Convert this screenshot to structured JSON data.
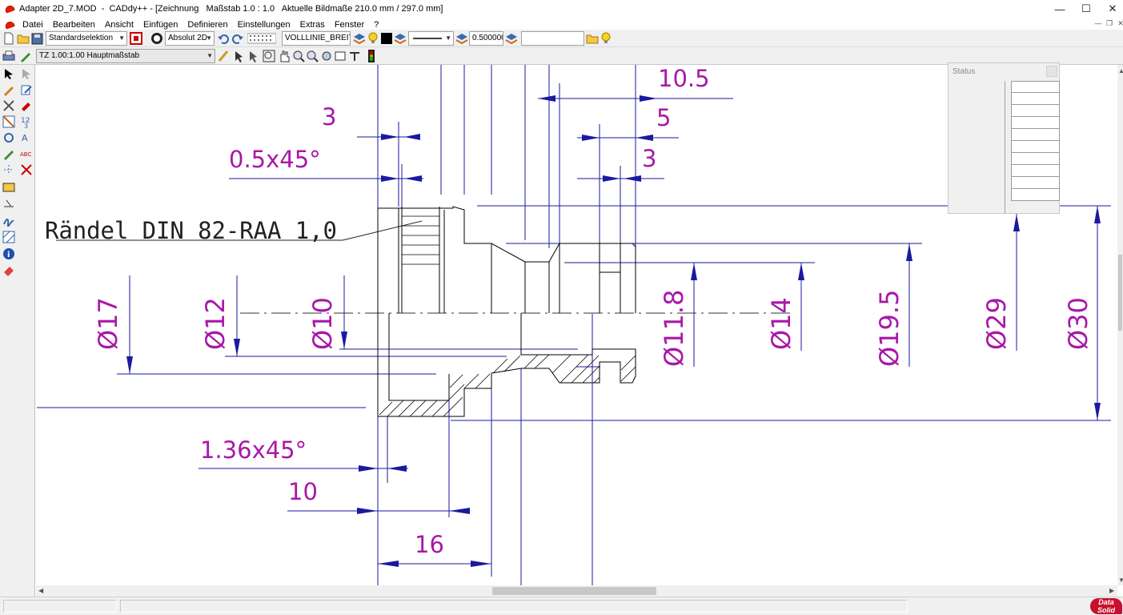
{
  "window": {
    "title": "Adapter 2D_7.MOD  -  CADdy++ - [Zeichnung   Maßstab 1.0 : 1.0   Aktuelle Bildmaße 210.0 mm / 297.0 mm]",
    "minimize": "—",
    "maximize": "☐",
    "close": "✕"
  },
  "menu": {
    "items": [
      "Datei",
      "Bearbeiten",
      "Ansicht",
      "Einfügen",
      "Definieren",
      "Einstellungen",
      "Extras",
      "Fenster",
      "?"
    ]
  },
  "toolbar": {
    "selection_mode": "Standardselektion",
    "coord_mode": "Absolut 2D",
    "line_type": "VOLLLINIE_BREIT",
    "line_width": "0.500000",
    "extra_field": "",
    "scale": "TZ 1.00:1.00 Hauptmaßstab"
  },
  "status_panel": {
    "title": "Status",
    "rows": 10
  },
  "drawing": {
    "dimensions": {
      "d10_5": "10.5",
      "d3_top": "3",
      "d5": "5",
      "d3_right": "3",
      "chamfer_top": "0.5x45°",
      "chamfer_bottom": "1.36x45°",
      "d10": "10",
      "d16": "16",
      "dia17": "Ø17",
      "dia12": "Ø12",
      "dia10": "Ø10",
      "dia11_8": "Ø11.8",
      "dia14": "Ø14",
      "dia19_5": "Ø19.5",
      "dia29": "Ø29",
      "dia30": "Ø30"
    },
    "knurl_note": "Rändel DIN 82-RAA 1,0"
  },
  "colors": {
    "dimension_text": "#a818a8",
    "dimension_line": "#1a1aa0",
    "geometry": "#000000"
  },
  "branding": {
    "logo_text": "Data Solid"
  }
}
